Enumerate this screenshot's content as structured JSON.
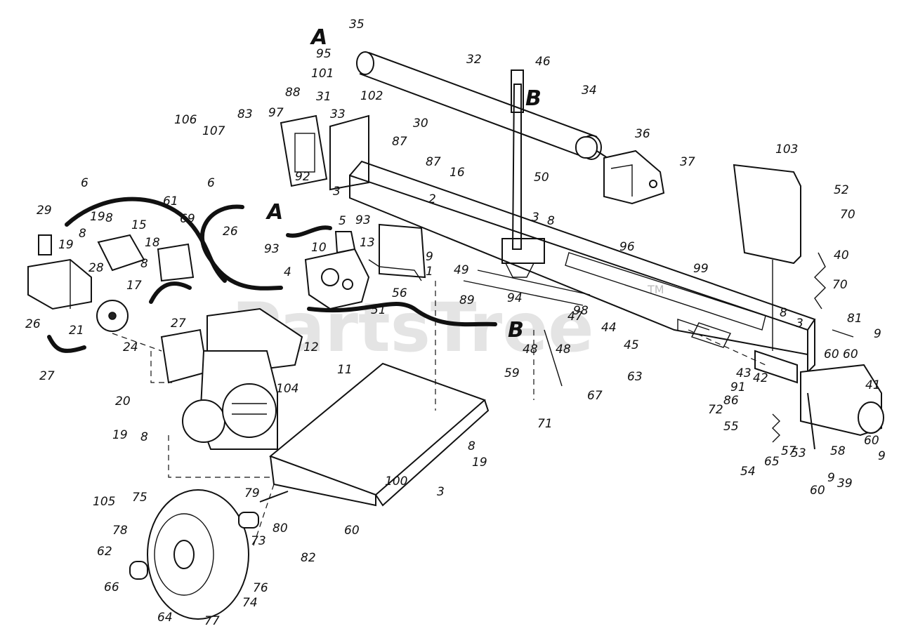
{
  "watermark": "PartsTree",
  "trademark": "TM",
  "group_labels": [
    "A",
    "A",
    "B",
    "B"
  ],
  "part_labels": [
    "35",
    "95",
    "101",
    "32",
    "46",
    "34",
    "102",
    "88",
    "31",
    "33",
    "30",
    "106",
    "107",
    "83",
    "97",
    "36",
    "87",
    "87",
    "37",
    "103",
    "92",
    "3",
    "52",
    "16",
    "50",
    "6",
    "6",
    "29",
    "19",
    "8",
    "61",
    "15",
    "69",
    "26",
    "93",
    "5",
    "10",
    "70",
    "2",
    "93",
    "3",
    "8",
    "13",
    "9",
    "1",
    "40",
    "19",
    "8",
    "28",
    "18",
    "8",
    "96",
    "99",
    "4",
    "70",
    "17",
    "49",
    "21",
    "26",
    "27",
    "24",
    "56",
    "51",
    "89",
    "94",
    "98",
    "12",
    "11",
    "47",
    "44",
    "45",
    "27",
    "20",
    "48",
    "48",
    "8",
    "3",
    "9",
    "81",
    "60",
    "60",
    "43",
    "42",
    "59",
    "63",
    "91",
    "67",
    "41",
    "86",
    "72",
    "104",
    "71",
    "19",
    "8",
    "55",
    "60",
    "54",
    "65",
    "57",
    "53",
    "58",
    "9",
    "8",
    "19",
    "100",
    "3",
    "9",
    "39",
    "60",
    "105",
    "75",
    "79",
    "80",
    "73",
    "60",
    "78",
    "62",
    "76",
    "66",
    "82",
    "74",
    "64",
    "77"
  ]
}
